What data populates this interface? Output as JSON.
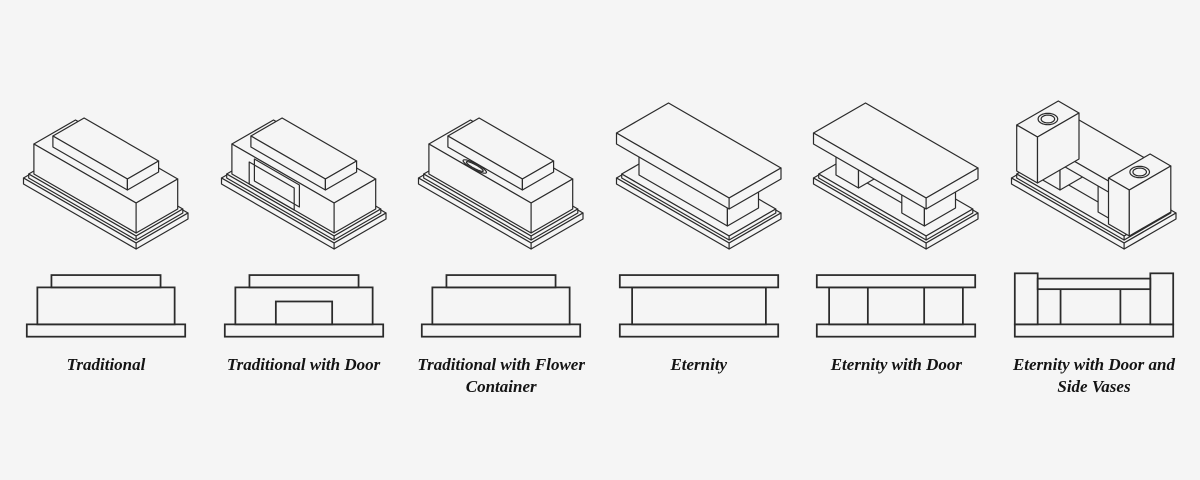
{
  "page": {
    "background_color": "#f5f5f5",
    "line_color": "#2b2b2b",
    "text_color": "#141414"
  },
  "diagram": {
    "type": "product-line-drawing-chart",
    "subject": "monument ledger designs",
    "views_per_design": [
      "isometric",
      "front-elevation"
    ],
    "designs": [
      {
        "id": "traditional",
        "label": "Traditional"
      },
      {
        "id": "traditional-with-door",
        "label": "Traditional with Door"
      },
      {
        "id": "traditional-with-flower-container",
        "label": "Traditional with Flower Container"
      },
      {
        "id": "eternity",
        "label": "Eternity"
      },
      {
        "id": "eternity-with-door",
        "label": "Eternity with Door"
      },
      {
        "id": "eternity-with-door-and-side-vases",
        "label": "Eternity with Door and Side Vases"
      }
    ]
  }
}
